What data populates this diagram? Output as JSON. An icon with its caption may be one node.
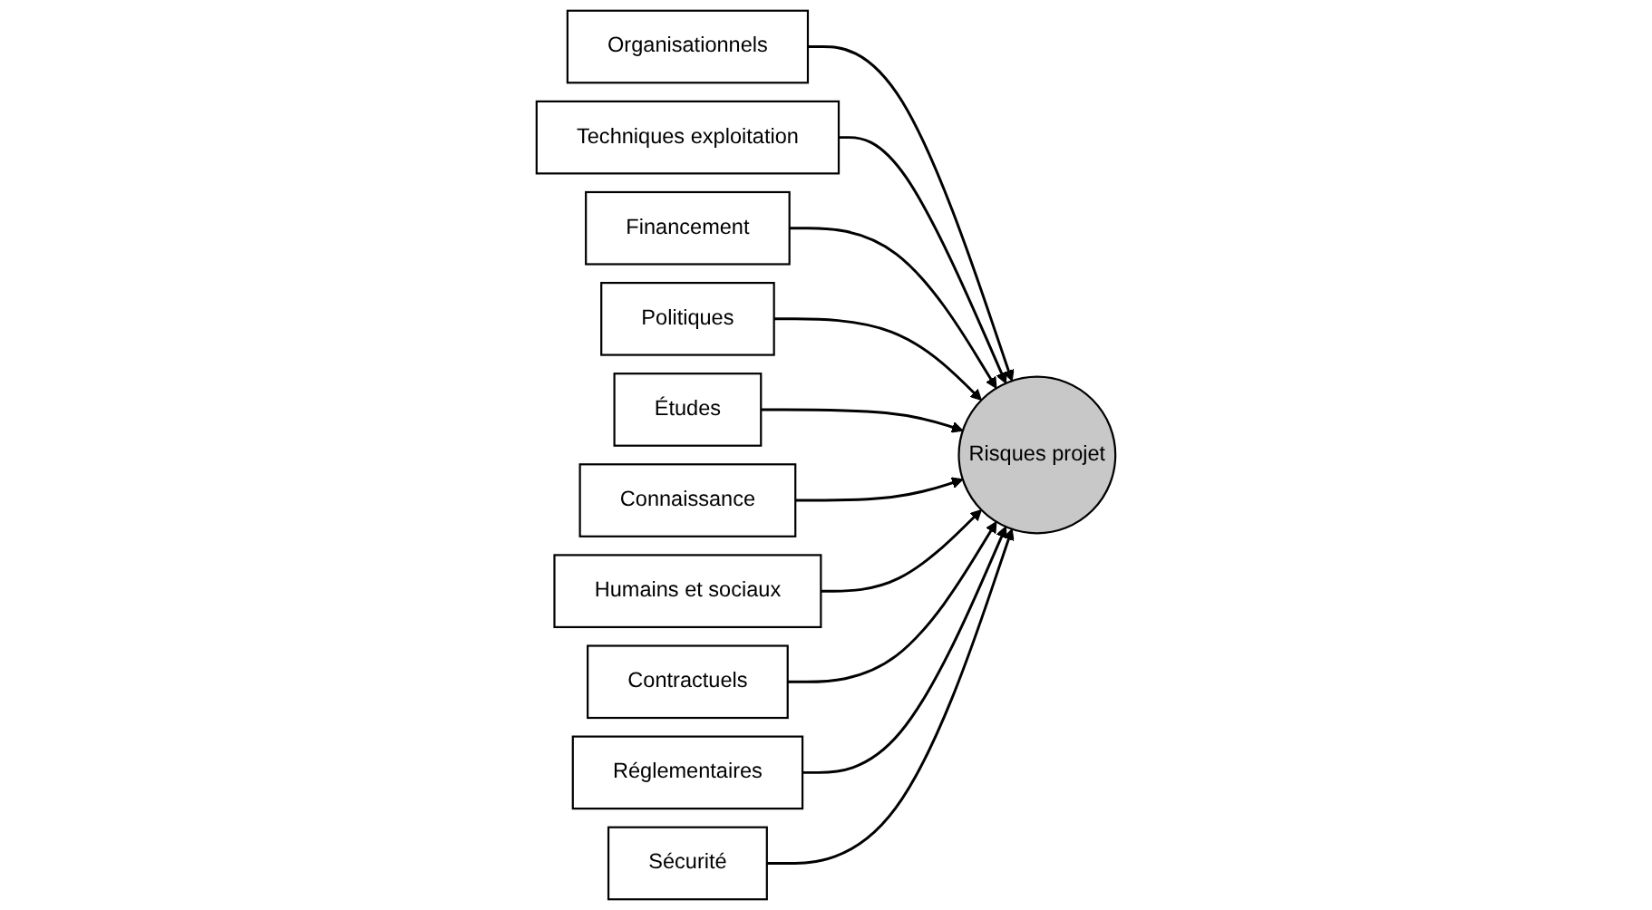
{
  "diagram": {
    "nodes": [
      {
        "text": [
          "Organisationnels"
        ]
      },
      {
        "text": [
          "Techniques exploitation"
        ]
      },
      {
        "text": [
          "Financement"
        ]
      },
      {
        "text": [
          "Politiques"
        ]
      },
      {
        "text": [
          "Études"
        ]
      },
      {
        "text": [
          "Risques projet"
        ]
      },
      {
        "text": [
          "Connaissance"
        ]
      },
      {
        "text": [
          "Humains et sociaux"
        ]
      },
      {
        "text": [
          "Contractuels"
        ]
      },
      {
        "text": [
          "Réglementaires"
        ]
      },
      {
        "text": [
          "Sécurité"
        ]
      }
    ],
    "edges": [
      {
        "from": 0,
        "to": 5,
        "arrow": "to"
      },
      {
        "from": 1,
        "to": 5,
        "arrow": "to"
      },
      {
        "from": 2,
        "to": 5,
        "arrow": "to"
      },
      {
        "from": 3,
        "to": 5,
        "arrow": "to"
      },
      {
        "from": 4,
        "to": 5,
        "arrow": "to"
      },
      {
        "from": 6,
        "to": 5,
        "arrow": "to"
      },
      {
        "from": 7,
        "to": 5,
        "arrow": "to"
      },
      {
        "from": 8,
        "to": 5,
        "arrow": "to"
      },
      {
        "from": 9,
        "to": 5,
        "arrow": "to"
      },
      {
        "from": 10,
        "to": 5,
        "arrow": "to"
      }
    ]
  }
}
